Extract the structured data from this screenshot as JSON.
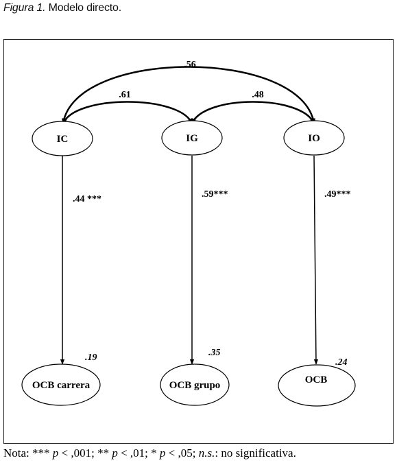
{
  "caption": {
    "figure": "Figura 1.",
    "title": "Modelo directo."
  },
  "nodes": {
    "ic": "IC",
    "ig": "IG",
    "io": "IO",
    "ocb_carrera": "OCB carrera",
    "ocb_grupo": "OCB grupo",
    "ocb": "OCB"
  },
  "correlations": {
    "ic_io": ".56",
    "ic_ig": ".61",
    "ig_io": ".48"
  },
  "paths": {
    "ic_ocb_carrera": ".44 ***",
    "ig_ocb_grupo": ".59***",
    "io_ocb": ".49***"
  },
  "r_squared": {
    "ocb_carrera": ".19",
    "ocb_grupo": ".35",
    "ocb": ".24"
  },
  "note": {
    "prefix": "Nota: *** ",
    "p1": "p",
    "t1": " < ,001; ** ",
    "p2": "p",
    "t2": " < ,01; * ",
    "p3": "p",
    "t3": " < ,05; ",
    "ns": "n.s.",
    "t4": ": no significativa."
  }
}
